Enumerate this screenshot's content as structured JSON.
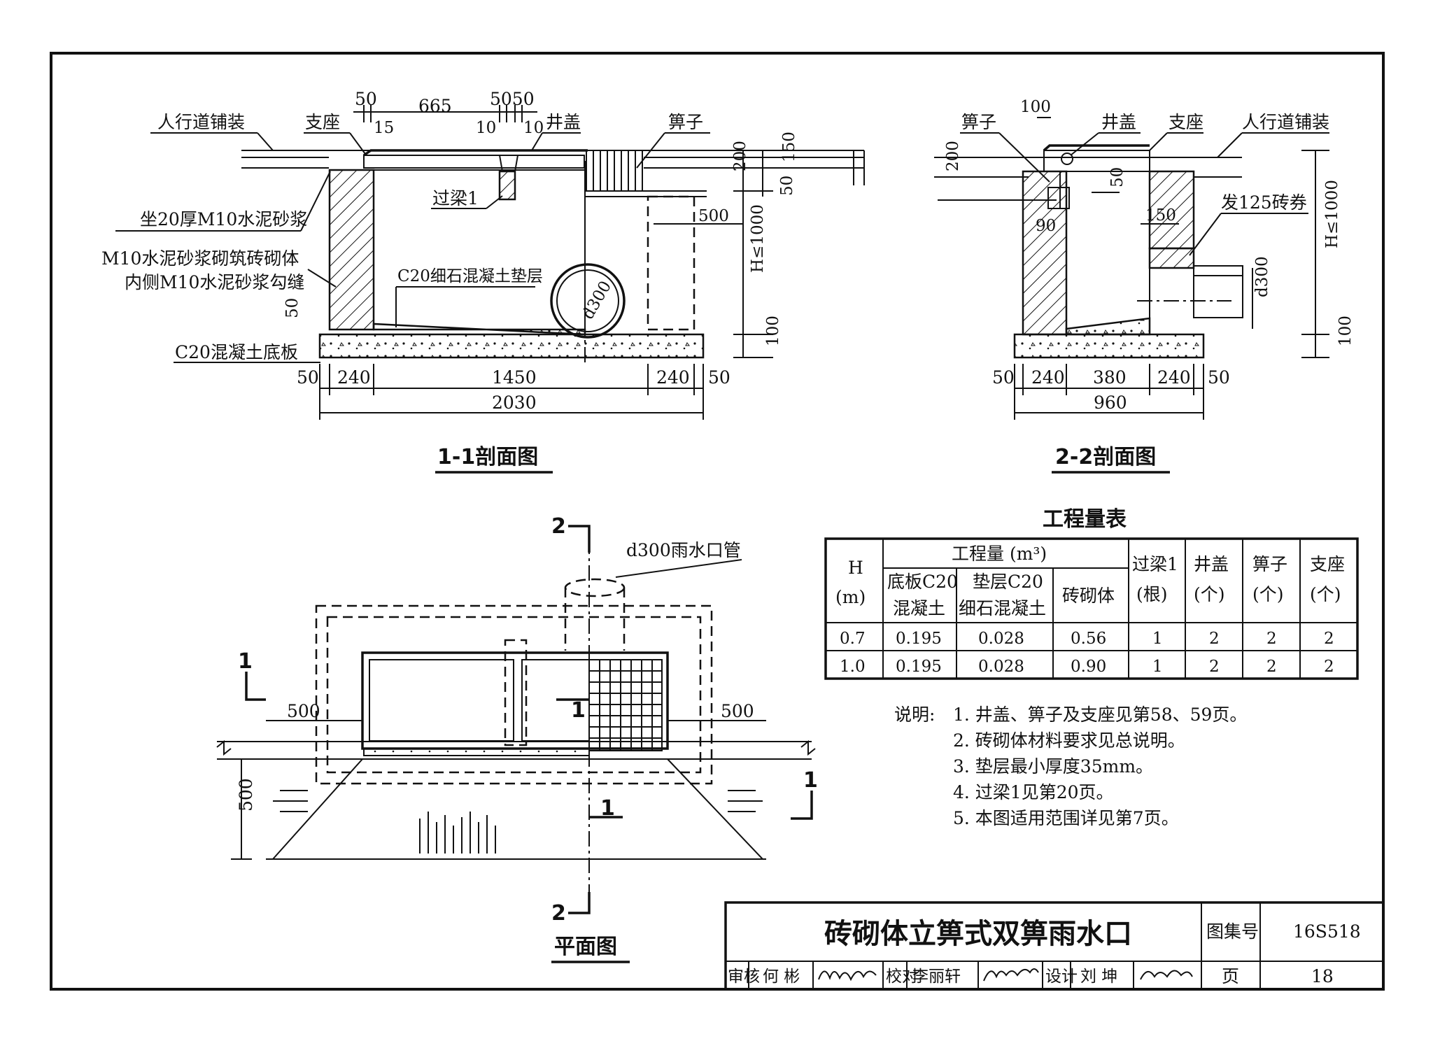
{
  "section_1_1": {
    "title": "1-1剖面图",
    "labels": {
      "paving": "人行道铺装",
      "support": "支座",
      "cover": "井盖",
      "grate": "箅子",
      "beam": "过梁1",
      "mortar_bed": "坐20厚M10水泥砂浆",
      "masonry_line1": "M10水泥砂浆砌筑砖砌体",
      "masonry_line2": "内侧M10水泥砂浆勾缝",
      "cushion": "C20细石混凝土垫层",
      "base": "C20混凝土底板",
      "pipe": "d300"
    },
    "dims": {
      "top_50a": "50",
      "top_665": "665",
      "top_5050": "5050",
      "top_15": "15",
      "top_10a": "10",
      "top_10b": "10",
      "d200": "200",
      "d150": "150",
      "d50": "50",
      "d500": "500",
      "h": "H≤1000",
      "d100": "100",
      "d50b": "50",
      "b50a": "50",
      "b240a": "240",
      "b1450": "1450",
      "b240b": "240",
      "b50b": "50",
      "total": "2030"
    }
  },
  "section_2_2": {
    "title": "2-2剖面图",
    "labels": {
      "grate": "箅子",
      "cover": "井盖",
      "support": "支座",
      "paving": "人行道铺装",
      "arch": "发125砖券",
      "pipe": "d300"
    },
    "dims": {
      "d100": "100",
      "d200": "200",
      "d50": "50",
      "d90": "90",
      "d150": "150",
      "h": "H≤1000",
      "d100b": "100",
      "b50a": "50",
      "b240a": "240",
      "b380": "380",
      "b240b": "240",
      "b50b": "50",
      "total": "960"
    }
  },
  "plan": {
    "title": "平面图",
    "pipe_label": "d300雨水口管",
    "dim_left": "500",
    "dim_right": "500",
    "dim_bottom": "500",
    "cut2_top": "2",
    "cut2_bottom": "2",
    "cut1_left": "1",
    "cut1_right": "1",
    "cut1_mid_a": "1",
    "cut1_mid_b": "1"
  },
  "quantity_table": {
    "title": "工程量表",
    "header_h": "H",
    "header_h_unit": "(m)",
    "header_group": "工程量 (m³)",
    "col_base_1": "底板C20",
    "col_base_2": "混凝土",
    "col_cushion_1": "垫层C20",
    "col_cushion_2": "细石混凝土",
    "col_masonry": "砖砌体",
    "col_beam_1": "过梁1",
    "col_beam_2": "(根)",
    "col_cover_1": "井盖",
    "col_cover_2": "(个)",
    "col_grate_1": "箅子",
    "col_grate_2": "(个)",
    "col_support_1": "支座",
    "col_support_2": "(个)",
    "rows": [
      [
        "0.7",
        "0.195",
        "0.028",
        "0.56",
        "1",
        "2",
        "2",
        "2"
      ],
      [
        "1.0",
        "0.195",
        "0.028",
        "0.90",
        "1",
        "2",
        "2",
        "2"
      ]
    ]
  },
  "notes": {
    "lead": "说明:",
    "items": [
      "1. 井盖、箅子及支座见第58、59页。",
      "2. 砖砌体材料要求见总说明。",
      "3. 垫层最小厚度35mm。",
      "4. 过梁1见第20页。",
      "5. 本图适用范围详见第7页。"
    ]
  },
  "title_block": {
    "drawing_title": "砖砌体立箅式双箅雨水口",
    "atlas_label": "图集号",
    "atlas_no": "16S518",
    "page_label": "页",
    "page_no": "18",
    "review_label": "审核",
    "reviewer": "何 彬",
    "check_label": "校对",
    "checker": "李丽轩",
    "design_label": "设计",
    "designer": "刘 坤"
  }
}
